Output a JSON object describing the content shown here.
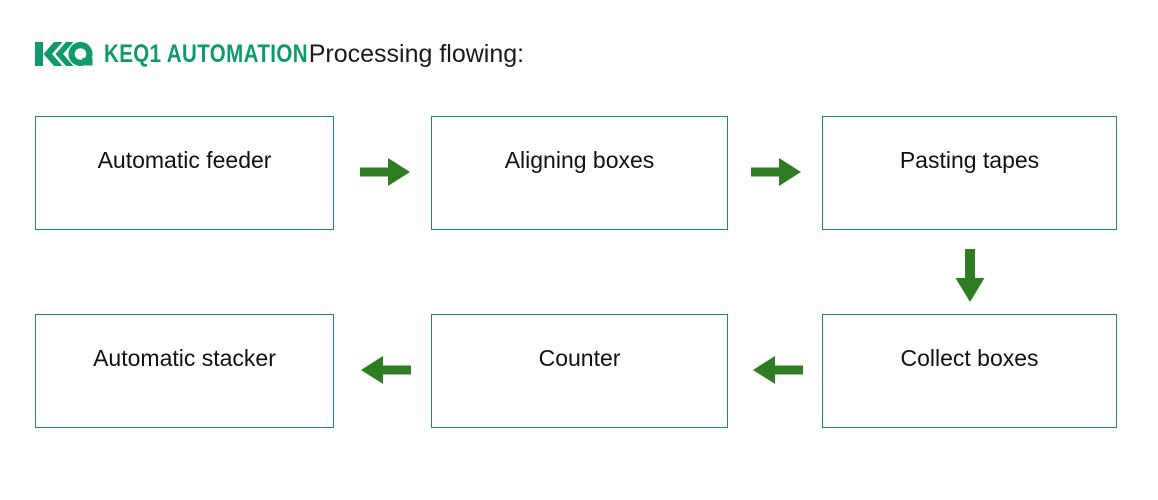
{
  "header": {
    "logo_icon": "kkq-logo-icon",
    "brand": "KEQ1 AUTOMATION",
    "title": "Processing flowing:"
  },
  "colors": {
    "brand_green": "#0f9a6a",
    "box_border": "#1f8a6d",
    "arrow_green": "#2e7d22",
    "text": "#111111",
    "background": "#ffffff"
  },
  "flow": {
    "rows": [
      {
        "direction": "left-to-right",
        "boxes": [
          {
            "id": "automatic-feeder",
            "label": "Automatic feeder"
          },
          {
            "id": "aligning-boxes",
            "label": "Aligning boxes"
          },
          {
            "id": "pasting-tapes",
            "label": "Pasting tapes"
          }
        ]
      },
      {
        "direction": "right-to-left",
        "boxes": [
          {
            "id": "automatic-stacker",
            "label": "Automatic stacker"
          },
          {
            "id": "counter",
            "label": "Counter"
          },
          {
            "id": "collect-boxes",
            "label": "Collect boxes"
          }
        ]
      }
    ],
    "arrows": [
      {
        "id": "feeder-to-aligning",
        "icon": "arrow-right-icon",
        "from": "Automatic feeder",
        "to": "Aligning boxes"
      },
      {
        "id": "aligning-to-pasting",
        "icon": "arrow-right-icon",
        "from": "Aligning boxes",
        "to": "Pasting tapes"
      },
      {
        "id": "pasting-to-collect",
        "icon": "arrow-down-icon",
        "from": "Pasting tapes",
        "to": "Collect boxes"
      },
      {
        "id": "collect-to-counter",
        "icon": "arrow-left-icon",
        "from": "Collect boxes",
        "to": "Counter"
      },
      {
        "id": "counter-to-stacker",
        "icon": "arrow-left-icon",
        "from": "Counter",
        "to": "Automatic stacker"
      }
    ]
  }
}
